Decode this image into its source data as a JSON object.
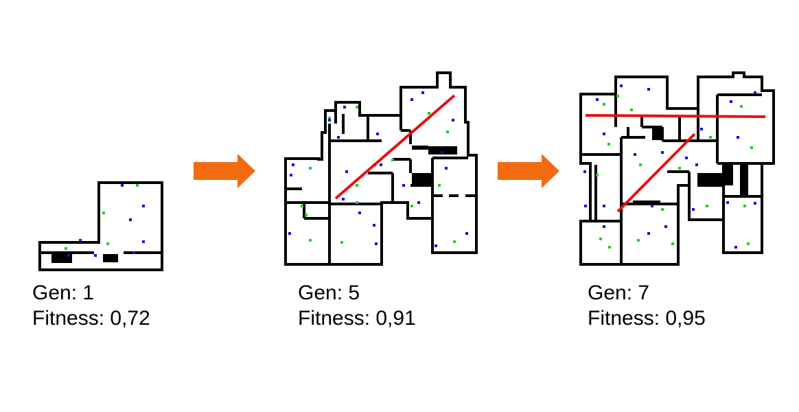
{
  "stages": [
    {
      "gen_label": "Gen: 1",
      "fitness_label": "Fitness: 0,72"
    },
    {
      "gen_label": "Gen: 5",
      "fitness_label": "Fitness: 0,91"
    },
    {
      "gen_label": "Gen: 7",
      "fitness_label": "Fitness: 0,95"
    }
  ],
  "colors": {
    "wall": "#000000",
    "arrow": "#f26b11",
    "highlight_line": "#e81010",
    "dot_blue": "#1010e0",
    "dot_green": "#20d020"
  }
}
